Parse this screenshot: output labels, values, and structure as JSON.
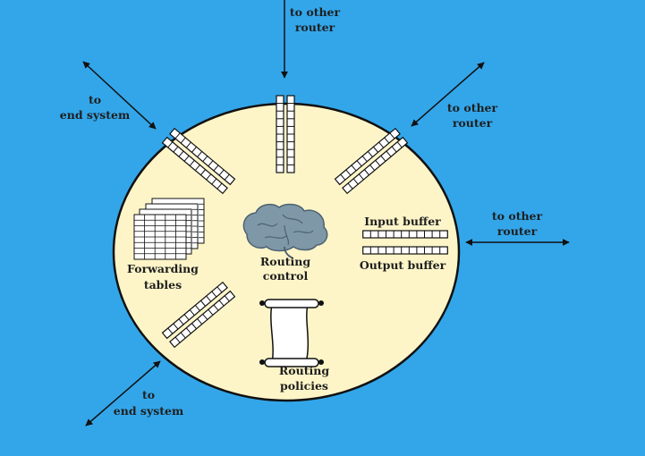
{
  "colors": {
    "background": "#33a6ea",
    "router_fill": "#fdf5c8",
    "outline": "#111111",
    "brain": "#7f98a8",
    "scroll": "#ffffff"
  },
  "external_labels": {
    "top_line1": "to other",
    "top_line2": "router",
    "upper_right_line1": "to other",
    "upper_right_line2": "router",
    "right_line1": "to other",
    "right_line2": "router",
    "upper_left_line1": "to",
    "upper_left_line2": "end system",
    "lower_left_line1": "to",
    "lower_left_line2": "end system"
  },
  "internal_labels": {
    "forwarding_line1": "Forwarding",
    "forwarding_line2": "tables",
    "routing_control_line1": "Routing",
    "routing_control_line2": "control",
    "input_buffer": "Input buffer",
    "output_buffer": "Output buffer",
    "routing_policies_line1": "Routing",
    "routing_policies_line2": "policies"
  },
  "icons": [
    "brain-icon",
    "scroll-icon",
    "table-stack-icon",
    "buffer-icon",
    "double-arrow-icon"
  ]
}
